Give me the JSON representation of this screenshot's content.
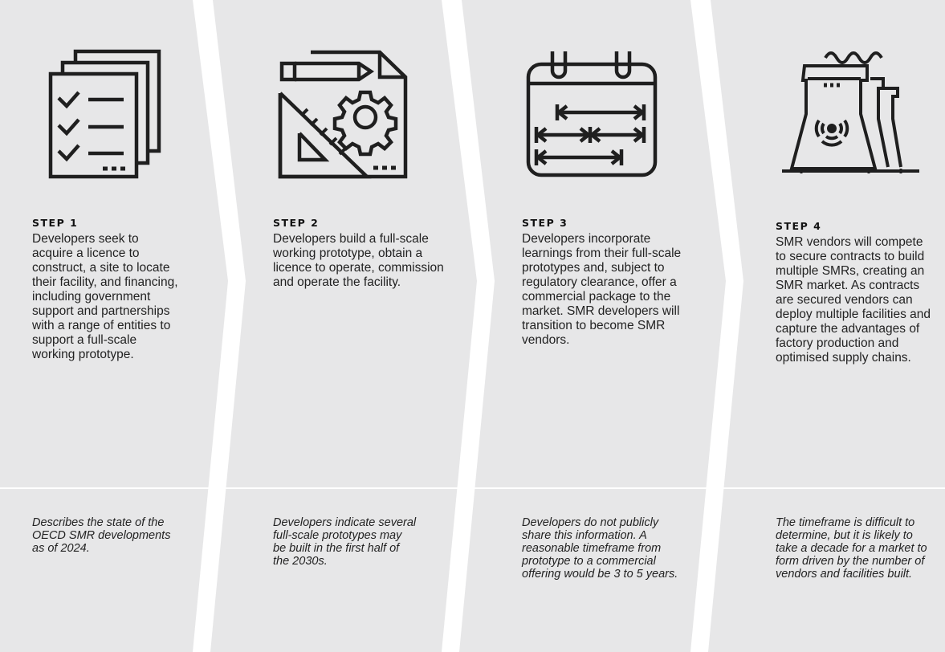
{
  "steps": [
    {
      "label": "STEP 1",
      "text": "Developers seek to acquire a licence to construct, a site to locate their facility, and financing, including government support and partnerships with a range of entities to support a full-scale working prototype.",
      "note": "Describes the state of the OECD SMR developments as of 2024.",
      "icon": "checklist-icon"
    },
    {
      "label": "STEP 2",
      "text": "Developers build a full-scale working prototype, obtain a licence to operate, commission and operate the facility.",
      "note": "Developers indicate several full-scale prototypes may be built in the first half of the 2030s.",
      "icon": "blueprint-gear-icon"
    },
    {
      "label": "STEP 3",
      "text": "Developers incorporate learnings from their full-scale prototypes and, subject to regulatory clearance, offer a commercial package to the market. SMR developers will transition to become SMR vendors.",
      "note": "Developers do not publicly share this information. A reasonable timeframe from prototype to a commercial offering would be 3 to 5 years.",
      "icon": "calendar-timeline-icon"
    },
    {
      "label": "STEP 4",
      "text": "SMR vendors will compete to secure contracts to build multiple SMRs, creating an SMR market. As contracts are secured vendors can deploy multiple facilities and capture the advantages of factory production and optimised supply chains.",
      "note": "The timeframe is difficult to determine, but it is likely to take a decade for a market to form driven by the number of vendors and facilities built.",
      "icon": "nuclear-plant-icon"
    }
  ],
  "colors": {
    "panel": "#e7e7e8",
    "ink": "#1f1f1f",
    "divider": "#ffffff"
  }
}
